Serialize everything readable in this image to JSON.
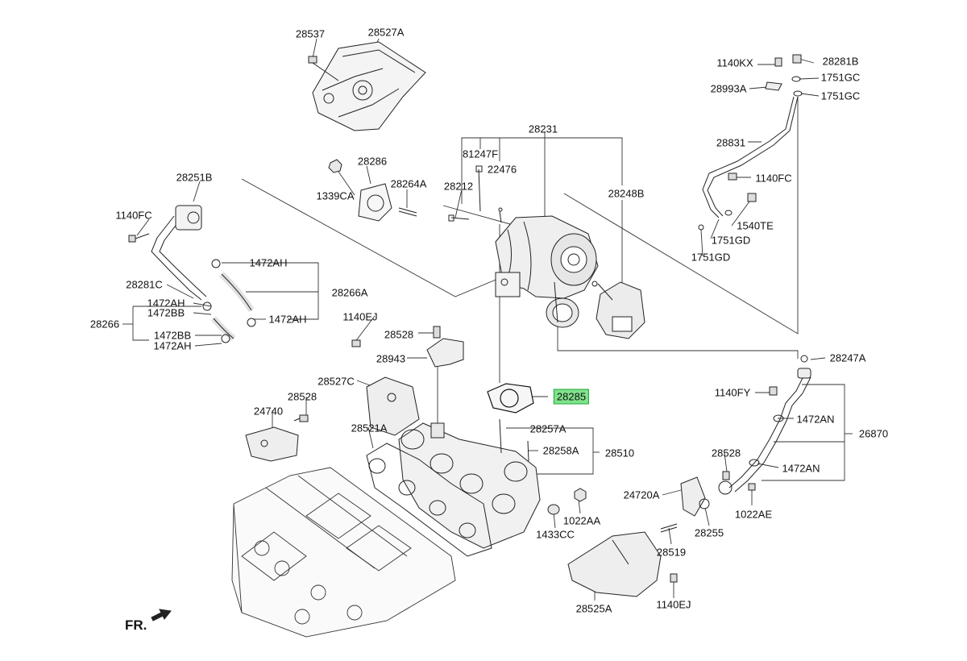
{
  "labels": {
    "p28537": "28537",
    "p28527A": "28527A",
    "p1140KX": "1140KX",
    "p28281B": "28281B",
    "p28993A": "28993A",
    "p1751GC_1": "1751GC",
    "p1751GC_2": "1751GC",
    "p28231": "28231",
    "p81247F": "81247F",
    "p22476": "22476",
    "p28212": "28212",
    "p28248B": "28248B",
    "p28286": "28286",
    "p1339CA": "1339CA",
    "p28264A": "28264A",
    "p28251B": "28251B",
    "p1140FC_left": "1140FC",
    "p28831": "28831",
    "p1140FC_right": "1140FC",
    "p1540TE": "1540TE",
    "p1751GD_1": "1751GD",
    "p1751GD_2": "1751GD",
    "p1472AH_a": "1472AH",
    "p28266A": "28266A",
    "p28281C": "28281C",
    "p1472AH_b": "1472AH",
    "p1472BB_a": "1472BB",
    "p1472AH_c": "1472AH",
    "p28266": "28266",
    "p1472BB_b": "1472BB",
    "p1472AH_d": "1472AH",
    "p1140EJ_mid": "1140EJ",
    "p28528_mid": "28528",
    "p28943": "28943",
    "p28527C": "28527C",
    "p28247A": "28247A",
    "p1140FY": "1140FY",
    "p28285": "28285",
    "p1472AN_a": "1472AN",
    "p26870": "26870",
    "p28528_left": "28528",
    "p24740": "24740",
    "p28521A": "28521A",
    "p28257A": "28257A",
    "p28258A": "28258A",
    "p28510": "28510",
    "p28528_right": "28528",
    "p1472AN_b": "1472AN",
    "p24720A": "24720A",
    "p1022AE": "1022AE",
    "p1022AA": "1022AA",
    "p1433CC": "1433CC",
    "p28255": "28255",
    "p28519": "28519",
    "p28525A": "28525A",
    "p1140EJ_bottom": "1140EJ",
    "fr": "FR."
  },
  "highlight": {
    "part": "28285",
    "color": "#7fe28a"
  }
}
